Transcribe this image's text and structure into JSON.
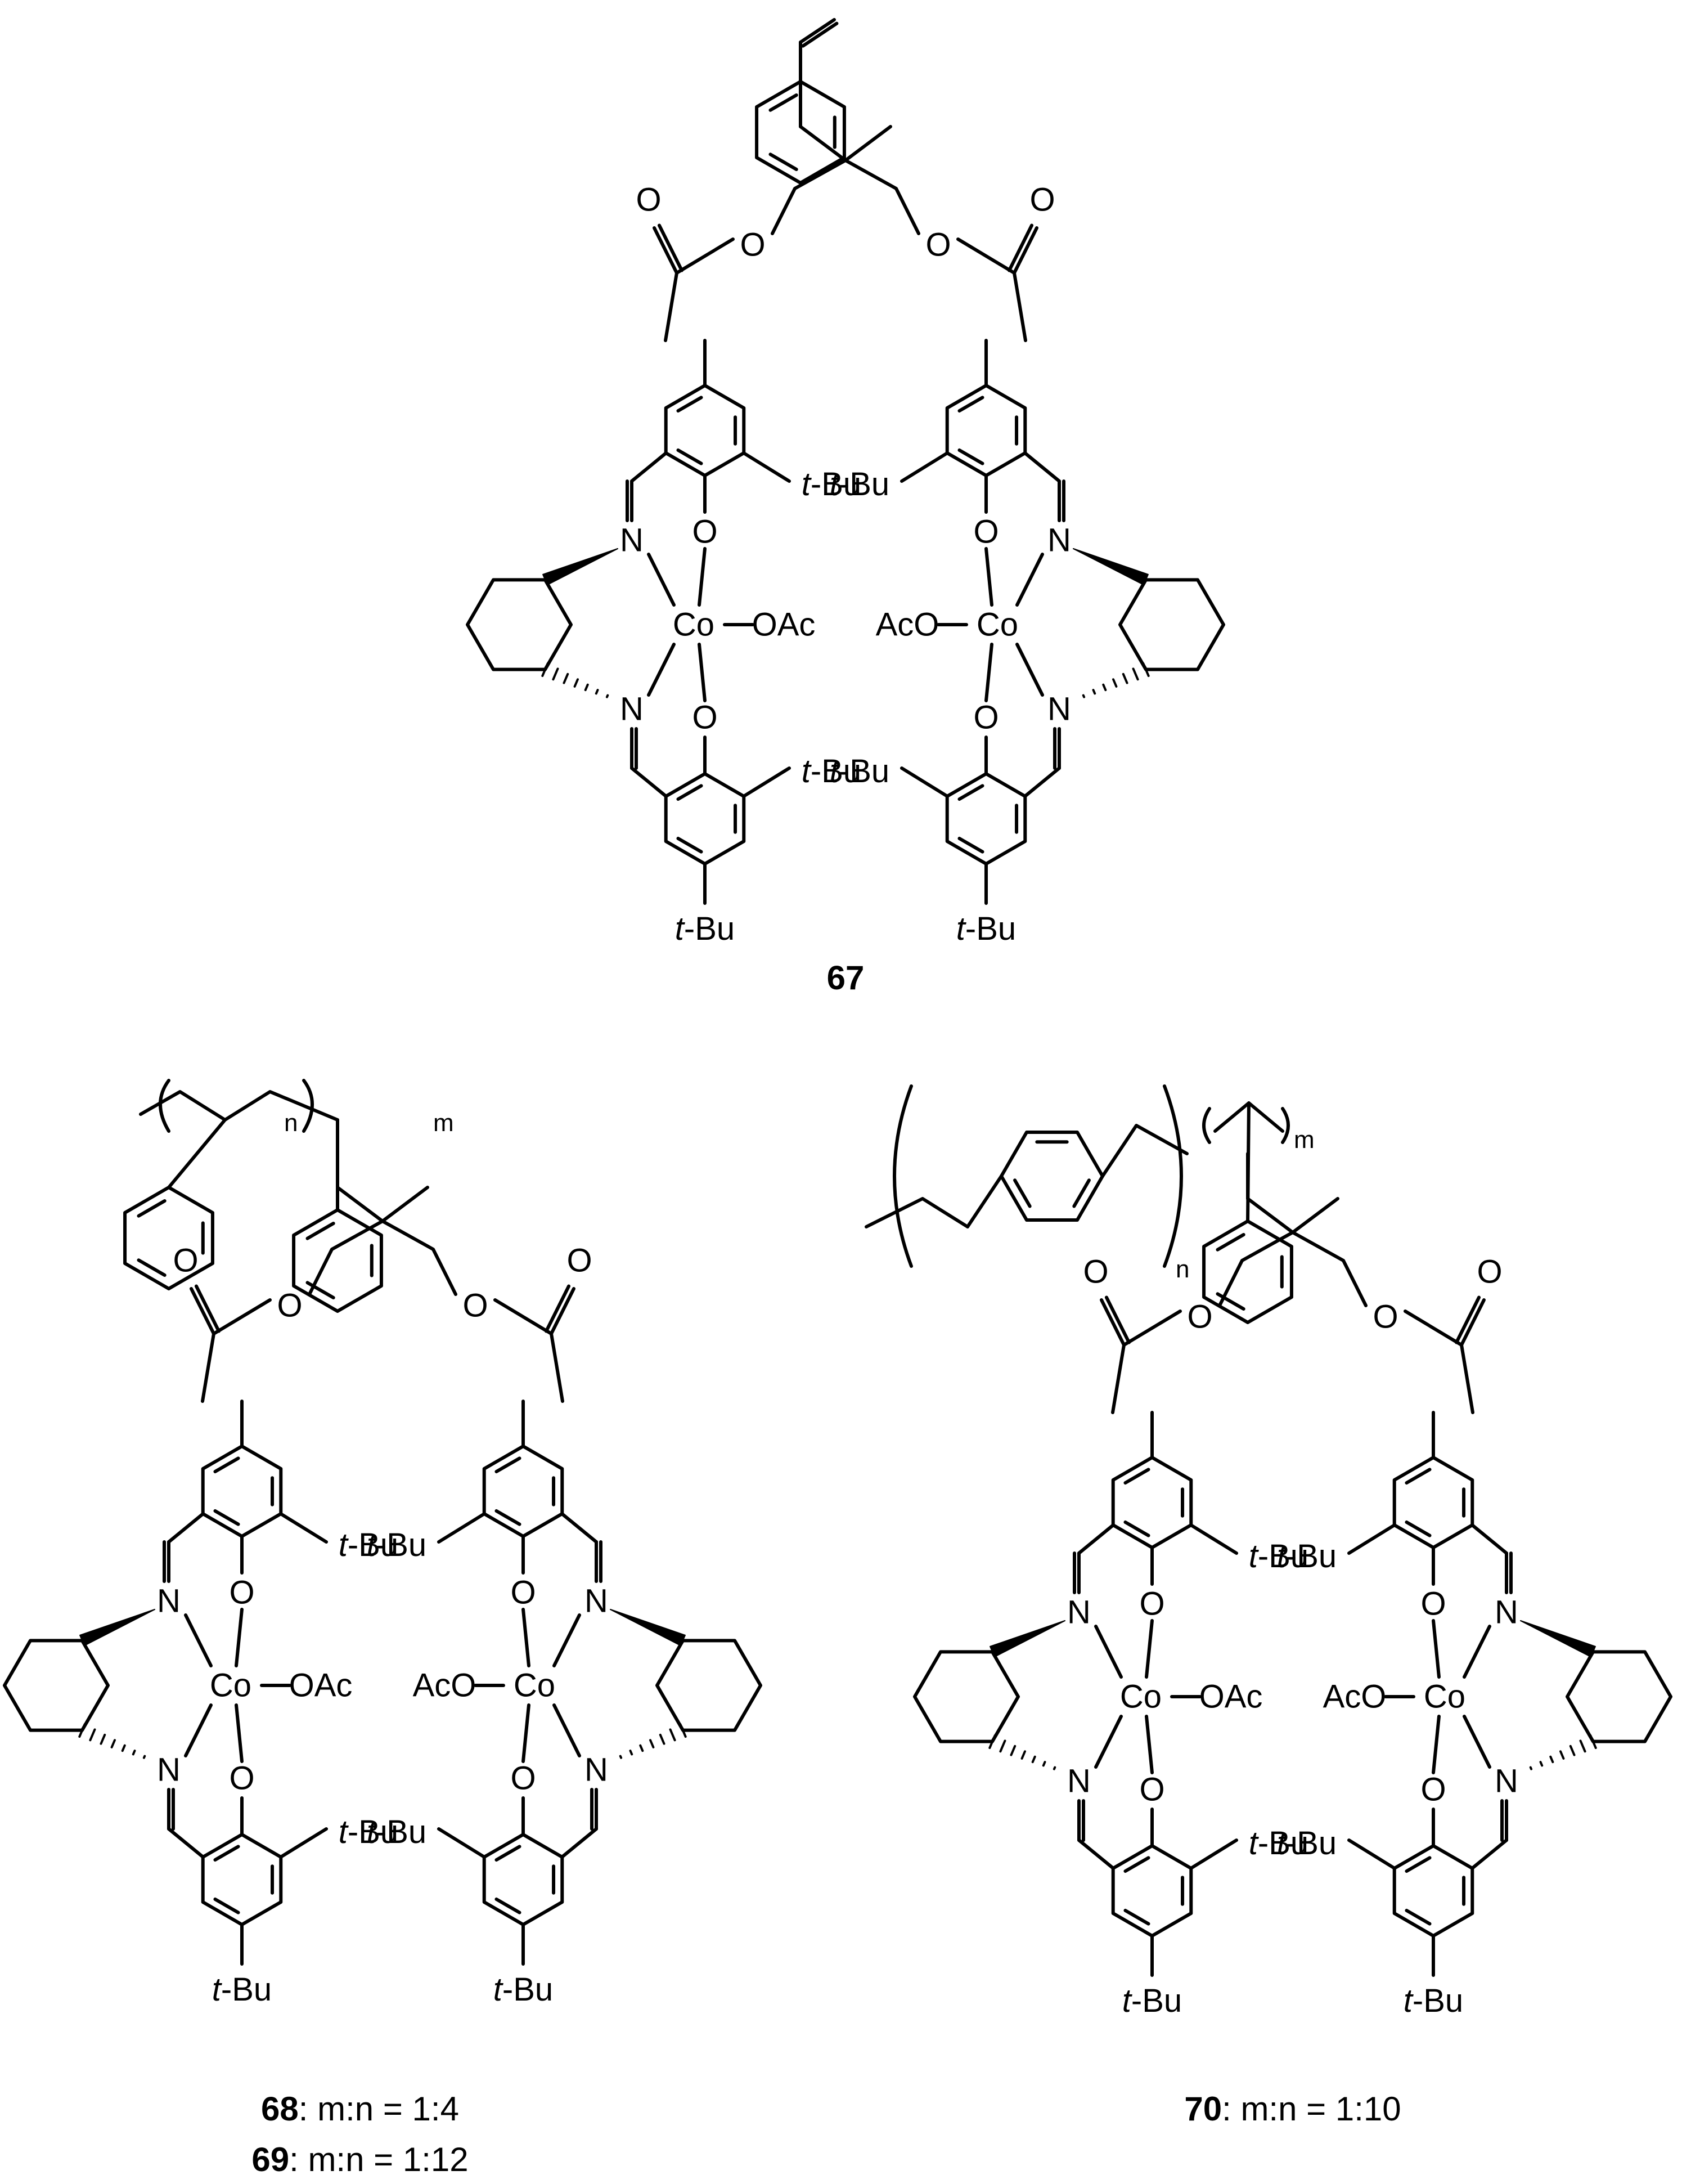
{
  "labels": {
    "oxygen": "O",
    "nitrogen": "N",
    "cobalt": "Co",
    "acetate": "OAc",
    "acetate_left": "AcO",
    "tbu_italic": "t",
    "tbu_rest": "-Bu",
    "sub_n": "n",
    "sub_m": "m"
  },
  "compounds": [
    {
      "id": "67",
      "caption_rest": ""
    },
    {
      "id": "68",
      "caption_rest": ": m:n = 1:4"
    },
    {
      "id": "69",
      "caption_rest": ": m:n = 1:12"
    },
    {
      "id": "70",
      "caption_rest": ": m:n = 1:10"
    }
  ]
}
